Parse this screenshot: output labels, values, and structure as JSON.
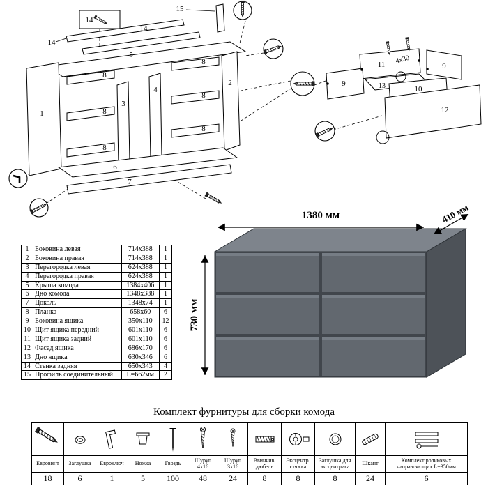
{
  "diagram": {
    "labels": {
      "1": "1",
      "2": "2",
      "3": "3",
      "4": "4",
      "5": "5",
      "6": "6",
      "7": "7",
      "8": "8",
      "9": "9",
      "10": "10",
      "11": "11",
      "12": "12",
      "13": "13",
      "14": "14",
      "15": "15"
    },
    "screw_note": "4x30"
  },
  "parts_table": {
    "rows": [
      {
        "num": "1",
        "name": "Боковина левая",
        "size": "714x388",
        "qty": "1"
      },
      {
        "num": "2",
        "name": "Боковина правая",
        "size": "714x388",
        "qty": "1"
      },
      {
        "num": "3",
        "name": "Перегородка левая",
        "size": "624x388",
        "qty": "1"
      },
      {
        "num": "4",
        "name": "Перегородка правая",
        "size": "624x388",
        "qty": "1"
      },
      {
        "num": "5",
        "name": "Крыша комода",
        "size": "1384x406",
        "qty": "1"
      },
      {
        "num": "6",
        "name": "Дно комода",
        "size": "1348x388",
        "qty": "1"
      },
      {
        "num": "7",
        "name": "Цоколь",
        "size": "1348x74",
        "qty": "1"
      },
      {
        "num": "8",
        "name": "Планка",
        "size": "658x60",
        "qty": "6"
      },
      {
        "num": "9",
        "name": "Боковина ящика",
        "size": "350x110",
        "qty": "12"
      },
      {
        "num": "10",
        "name": "Щит ящика передний",
        "size": "601x110",
        "qty": "6"
      },
      {
        "num": "11",
        "name": "Щит ящика задний",
        "size": "601x110",
        "qty": "6"
      },
      {
        "num": "12",
        "name": "Фасад ящика",
        "size": "686x170",
        "qty": "6"
      },
      {
        "num": "13",
        "name": "Дно ящика",
        "size": "630x346",
        "qty": "6"
      },
      {
        "num": "14",
        "name": "Стенка задняя",
        "size": "650x343",
        "qty": "4"
      },
      {
        "num": "15",
        "name": "Профиль соединительный",
        "size": "L=662мм",
        "qty": "2"
      }
    ]
  },
  "product": {
    "dimensions": {
      "width": "1380 мм",
      "depth": "410 мм",
      "height": "730 мм"
    },
    "colors": {
      "front": "#62686f",
      "top": "#7e848c",
      "side": "#4d5258",
      "gap": "#41464c",
      "chamfer": "#767d85"
    }
  },
  "hardware": {
    "title": "Комплект фурнитуры для сборки комода",
    "items": [
      {
        "name": "Евровинт",
        "qty": "18",
        "icon": "euro-screw-icon"
      },
      {
        "name": "Заглушка",
        "qty": "6",
        "icon": "cap-icon"
      },
      {
        "name": "Евроключ",
        "qty": "1",
        "icon": "hex-key-icon"
      },
      {
        "name": "Ножка",
        "qty": "5",
        "icon": "leg-icon"
      },
      {
        "name": "Гвоздь",
        "qty": "100",
        "icon": "nail-icon"
      },
      {
        "name": "Шуруп 4х16",
        "qty": "48",
        "icon": "screw-icon"
      },
      {
        "name": "Шуруп 3х16",
        "qty": "24",
        "icon": "screw-icon"
      },
      {
        "name": "Ввинчив. дюбель",
        "qty": "8",
        "icon": "screw-dowel-icon"
      },
      {
        "name": "Эксцентр. стяжка",
        "qty": "8",
        "icon": "cam-lock-icon"
      },
      {
        "name": "Заглушка для эксцентрика",
        "qty": "8",
        "icon": "cam-cap-icon"
      },
      {
        "name": "Шкант",
        "qty": "24",
        "icon": "wood-dowel-icon"
      },
      {
        "name": "Комплект роликовых направляющих L=350мм",
        "qty": "6",
        "icon": "drawer-rails-icon"
      }
    ]
  }
}
